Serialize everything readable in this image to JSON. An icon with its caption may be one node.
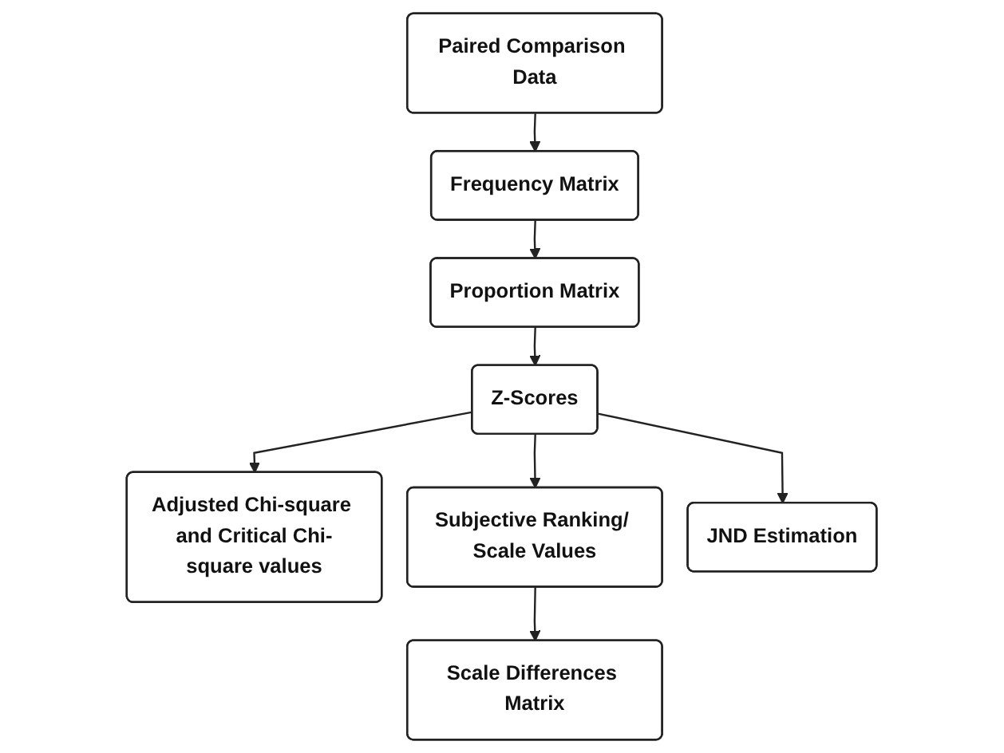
{
  "diagram": {
    "nodes": [
      {
        "text": [
          "Paired Comparison Data"
        ]
      },
      {
        "text": [
          "Frequency Matrix"
        ]
      },
      {
        "text": [
          "Proportion Matrix"
        ]
      },
      {
        "text": [
          "Z-Scores"
        ]
      },
      {
        "text": [
          "Adjusted Chi-square and Critical Chi-square values"
        ]
      },
      {
        "text": [
          "Subjective Ranking/ Scale Values"
        ]
      },
      {
        "text": [
          "JND Estimation"
        ]
      },
      {
        "text": [
          "Scale Differences Matrix"
        ]
      }
    ],
    "edges": [
      {
        "from": 0,
        "to": 1,
        "arrow": "to"
      },
      {
        "from": 1,
        "to": 2,
        "arrow": "to"
      },
      {
        "from": 2,
        "to": 3,
        "arrow": "to"
      },
      {
        "from": 3,
        "to": 4,
        "arrow": "to"
      },
      {
        "from": 3,
        "to": 5,
        "arrow": "to"
      },
      {
        "from": 3,
        "to": 6,
        "arrow": "to"
      },
      {
        "from": 5,
        "to": 7,
        "arrow": "to"
      }
    ]
  }
}
